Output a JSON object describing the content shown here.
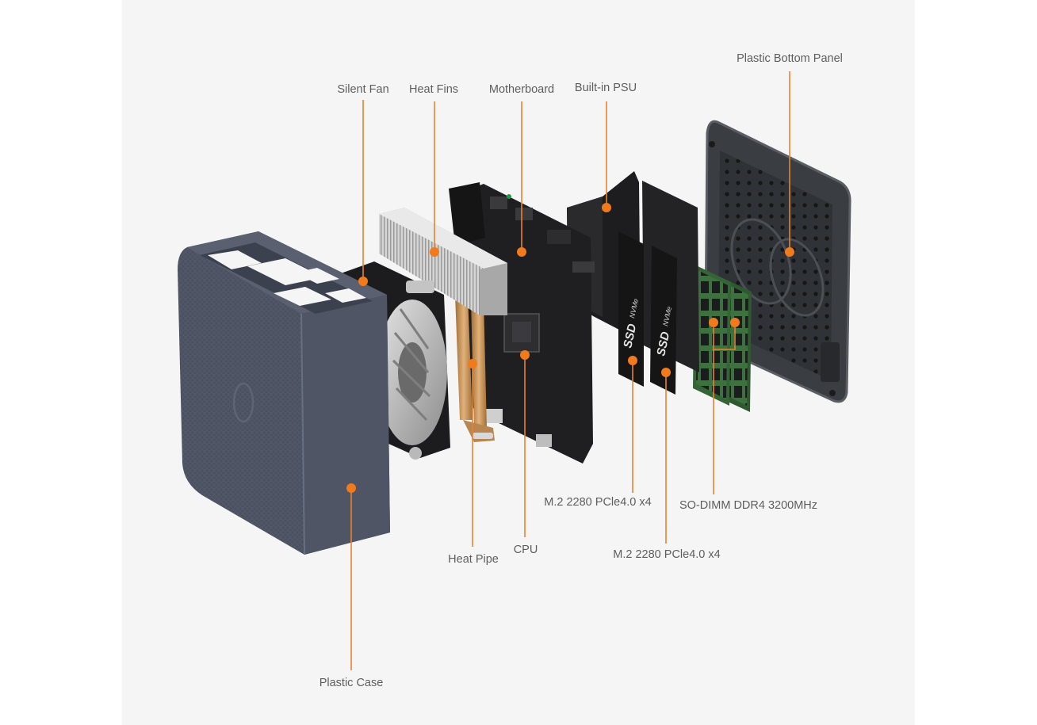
{
  "labels": {
    "plastic_bottom_panel": "Plastic Bottom Panel",
    "silent_fan": "Silent Fan",
    "heat_fins": "Heat Fins",
    "motherboard": "Motherboard",
    "built_in_psu": "Built-in PSU",
    "ssd_1": "M.2 2280 PCle4.0 x4",
    "ssd_2": "M.2 2280 PCle4.0 x4",
    "memory": "SO-DIMM DDR4 3200MHz",
    "heat_pipe": "Heat Pipe",
    "cpu": "CPU",
    "plastic_case": "Plastic Case"
  },
  "ssd_print": {
    "brand": "SSD",
    "interface": "NVMe",
    "form": "M.2",
    "size": "2280"
  },
  "colors": {
    "accent": "#f07a1c",
    "background": "#f5f5f5",
    "case": "#4a505e",
    "components": "#1e1e20",
    "ram_pcb": "#3d6b3e",
    "heat_pipe": "#c9965a",
    "heat_fins": "#bfbfbf",
    "label_text": "#5e5e5e"
  }
}
